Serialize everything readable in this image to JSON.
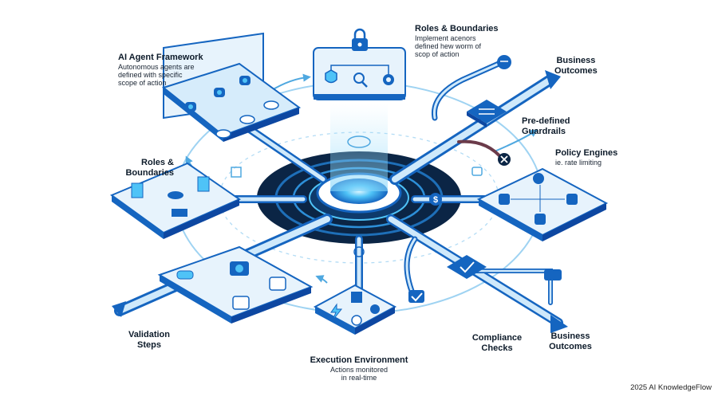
{
  "labels": {
    "agent_framework": {
      "title": "AI Agent Framework",
      "sub": [
        "Autonomous agents are",
        "defined with specific",
        "scope of action"
      ]
    },
    "roles_top": {
      "title": "Roles & Boundaries",
      "sub": [
        "Implement acenors",
        "defined hew worm of",
        "scop of action"
      ]
    },
    "business_top": {
      "title": [
        "Business",
        "Outcomes"
      ]
    },
    "guardrails": {
      "title": [
        "Pre-defined",
        "Guardrails"
      ]
    },
    "policy": {
      "title": "Policy Engines",
      "sub": [
        "ie. rate limiting"
      ]
    },
    "roles_left": {
      "title": [
        "Roles &",
        "Boundaries"
      ]
    },
    "validation": {
      "title": [
        "Validation",
        "Steps"
      ]
    },
    "execution": {
      "title": "Execution Environment",
      "sub": [
        "Actions monitored",
        "in real-time"
      ]
    },
    "compliance": {
      "title": [
        "Compliance",
        "Checks"
      ]
    },
    "business_bottom": {
      "title": [
        "Business",
        "Outcomes"
      ]
    }
  },
  "watermark": "2025 AI KnowledgeFlow",
  "icons": [
    "robot-icon",
    "lock-icon",
    "shield-check-icon",
    "magnifier-icon",
    "gear-icon",
    "checkmark-icon",
    "dollar-icon",
    "lightning-icon",
    "clock-icon",
    "cube-icon",
    "gauge-icon",
    "x-icon",
    "eye-icon",
    "document-icon",
    "user-icon"
  ],
  "colors": {
    "primary": "#1565c0",
    "light": "#d6ecfb",
    "glow": "#4fc3f7",
    "dark": "#0b2545",
    "accent": "#6b3b4a"
  }
}
